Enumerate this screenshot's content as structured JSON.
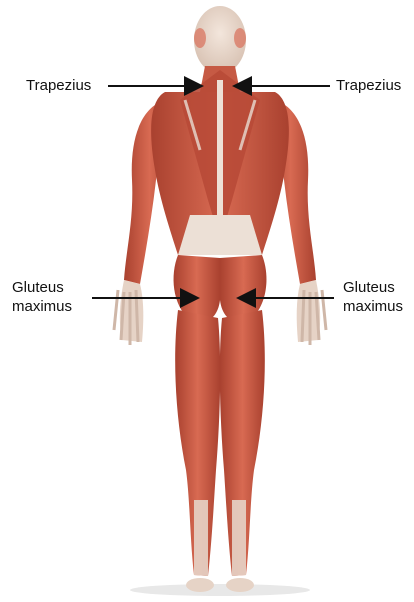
{
  "labels": {
    "trapezius_left": "Trapezius",
    "trapezius_right": "Trapezius",
    "gluteus_left_line1": "Gluteus",
    "gluteus_left_line2": "maximus",
    "gluteus_right_line1": "Gluteus",
    "gluteus_right_line2": "maximus"
  },
  "colors": {
    "muscle": "#c65a44",
    "muscle_dark": "#9e3a2a",
    "tendon": "#e9dcd2",
    "skin": "#ead8cc",
    "arrow": "#111111"
  }
}
